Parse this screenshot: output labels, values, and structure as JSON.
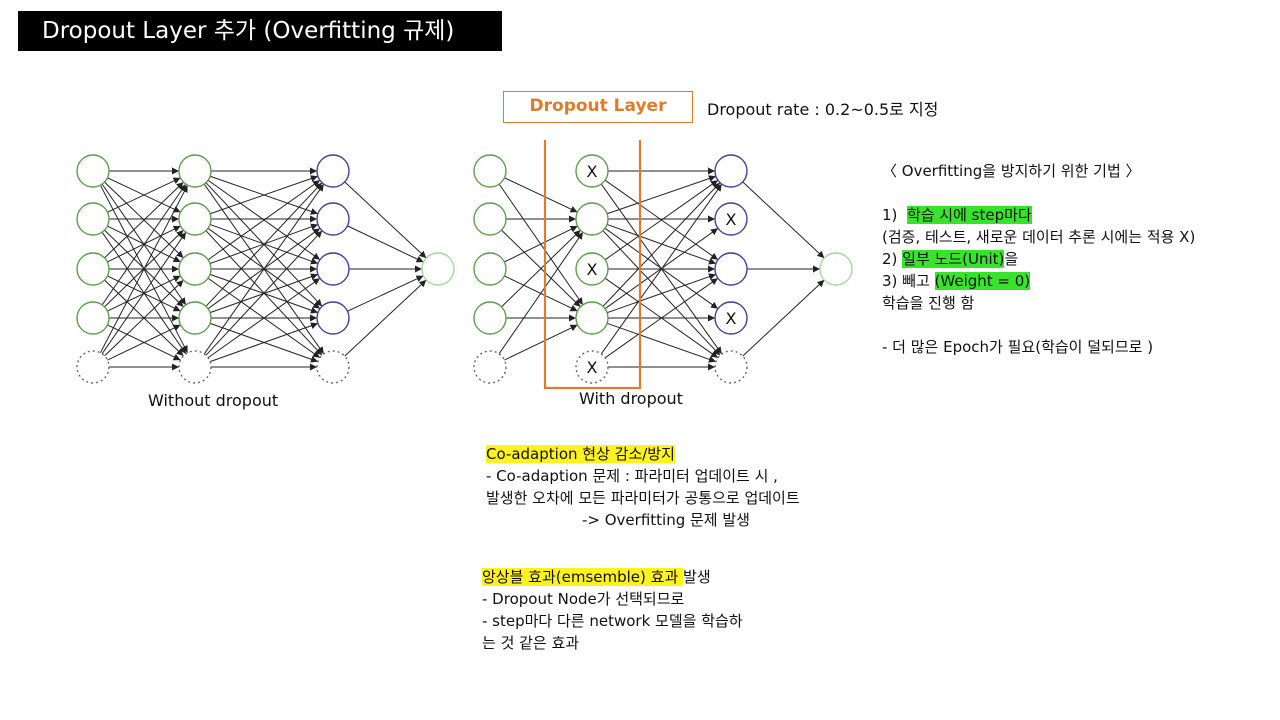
{
  "title": "Dropout Layer 추가 (Overfitting 규제)",
  "dropout_layer_label": "Dropout Layer",
  "dropout_rate_text": "Dropout rate : 0.2~0.5로 지정",
  "caption_without": "Without dropout",
  "caption_with": "With dropout",
  "dropped_node_mark": "X",
  "colors": {
    "input_node": "#5a9e4b",
    "output_node": "#3f3f9a",
    "final_node": "#a3d79a",
    "highlight_box": "#e07b2c"
  },
  "right_notes": {
    "heading": "〈 Overfitting을 방지하기 위한 기법 〉",
    "step1_prefix": "1)  ",
    "step1_highlight": "학습 시에 step마다",
    "step1_detail": "(검증, 테스트, 새로운 데이터 추론 시에는 적용 X)",
    "step2_prefix": "2) ",
    "step2_highlight": "일부 노드(Unit)",
    "step2_suffix": "을",
    "step3_prefix": "3) 빼고 ",
    "step3_highlight": "(Weight = 0)",
    "step4": "학습을 진행 함",
    "note": "- 더 많은 Epoch가 필요(학습이 덜되므로 )"
  },
  "center_block": {
    "heading": "Co-adaption 현상 감소/방지",
    "line1": "- Co-adaption 문제 : 파라미터 업데이트 시 ,",
    "line2": "발생한 오차에 모든 파라미터가 공통으로 업데이트",
    "line3": "-> Overfitting 문제 발생"
  },
  "bottom_block": {
    "heading_highlight": "앙상블 효과(emsemble) 효과 ",
    "heading_suffix": "발생",
    "line1": "- Dropout Node가 선택되므로",
    "line2": "- step마다 다른 network 모델을 학습하",
    "line3": "는 것 같은 효과"
  }
}
